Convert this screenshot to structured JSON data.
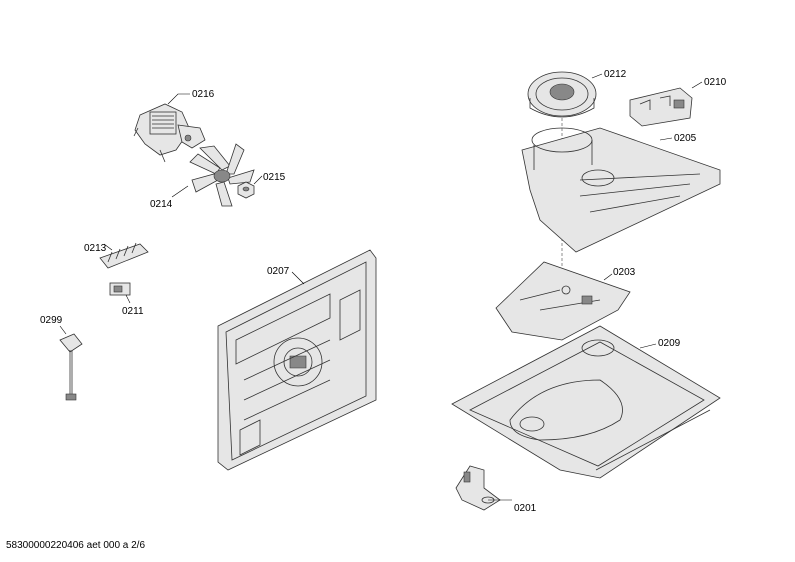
{
  "parts": [
    {
      "id": "p0216",
      "number": "0216"
    },
    {
      "id": "p0215",
      "number": "0215"
    },
    {
      "id": "p0214",
      "number": "0214"
    },
    {
      "id": "p0213",
      "number": "0213"
    },
    {
      "id": "p0211",
      "number": "0211"
    },
    {
      "id": "p0299",
      "number": "0299"
    },
    {
      "id": "p0207",
      "number": "0207"
    },
    {
      "id": "p0212",
      "number": "0212"
    },
    {
      "id": "p0210",
      "number": "0210"
    },
    {
      "id": "p0205",
      "number": "0205"
    },
    {
      "id": "p0203",
      "number": "0203"
    },
    {
      "id": "p0209",
      "number": "0209"
    },
    {
      "id": "p0201",
      "number": "0201"
    }
  ],
  "footer": "58300000220406 aet 000 a 2/6"
}
